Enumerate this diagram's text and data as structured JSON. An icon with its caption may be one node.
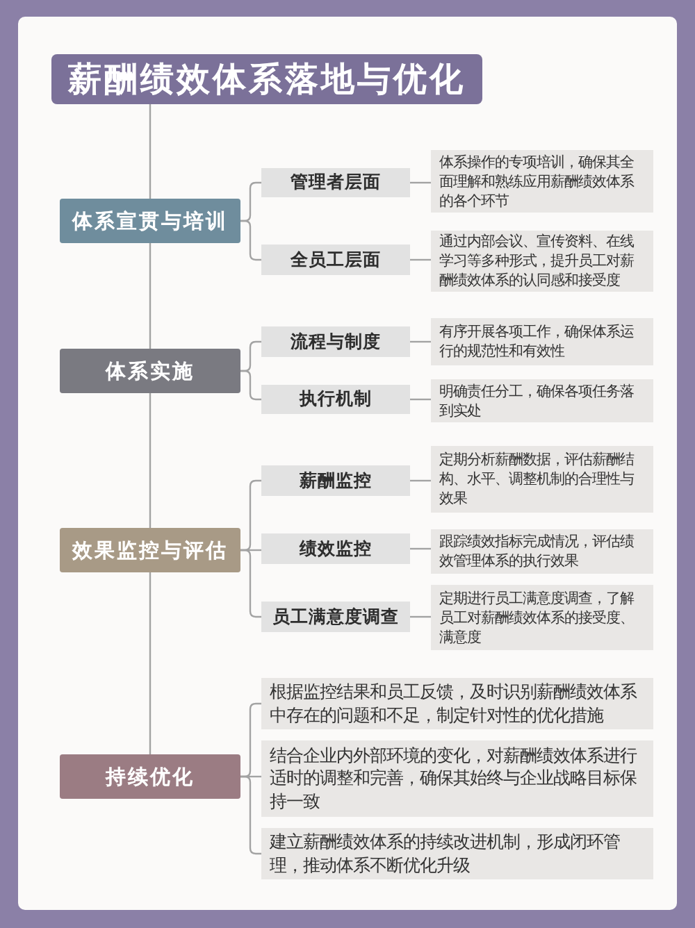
{
  "diagram": {
    "nodes": [
      {
        "text": [
          "薪酬绩效体系落地与优化"
        ]
      },
      {
        "text": [
          "体系宣贯与培训"
        ]
      },
      {
        "text": [
          "管理者层面"
        ]
      },
      {
        "text": [
          "体系操作的专项培训，确保其全面理解和熟练应用薪酬绩效体系的各个环节"
        ]
      },
      {
        "text": [
          "全员工层面"
        ]
      },
      {
        "text": [
          "通过内部会议、宣传资料、在线学习等多种形式，提升员工对薪酬绩效体系的认同感和接受度"
        ]
      },
      {
        "text": [
          "体系实施"
        ]
      },
      {
        "text": [
          "流程与制度"
        ]
      },
      {
        "text": [
          "有序开展各项工作，确保体系运行的规范性和有效性"
        ]
      },
      {
        "text": [
          "执行机制"
        ]
      },
      {
        "text": [
          "明确责任分工，确保各项任务落到实处"
        ]
      },
      {
        "text": [
          "效果监控与评估"
        ]
      },
      {
        "text": [
          "薪酬监控"
        ]
      },
      {
        "text": [
          "定期分析薪酬数据，评估薪酬结构、水平、调整机制的合理性与效果"
        ]
      },
      {
        "text": [
          "绩效监控"
        ]
      },
      {
        "text": [
          "跟踪绩效指标完成情况，评估绩效管理体系的执行效果"
        ]
      },
      {
        "text": [
          "员工满意度调查"
        ]
      },
      {
        "text": [
          "定期进行员工满意度调查，了解员工对薪酬绩效体系的接受度、满意度"
        ]
      },
      {
        "text": [
          "持续优化"
        ]
      },
      {
        "text": [
          "根据监控结果和员工反馈，及时识别薪酬绩效体系中存在的问题和不足，制定针对性的优化措施"
        ]
      },
      {
        "text": [
          "结合企业内外部环境的变化，对薪酬绩效体系进行适时的调整和完善，确保其始终与企业战略目标保持一致"
        ]
      },
      {
        "text": [
          "建立薪酬绩效体系的持续改进机制，形成闭环管理，推动体系不断优化升级"
        ]
      }
    ],
    "edges": [
      {
        "from": 0,
        "to": 1,
        "arrow": "none"
      },
      {
        "from": 1,
        "to": 6,
        "arrow": "none"
      },
      {
        "from": 6,
        "to": 11,
        "arrow": "none"
      },
      {
        "from": 11,
        "to": 18,
        "arrow": "none"
      },
      {
        "from": 1,
        "to": 2,
        "arrow": "none"
      },
      {
        "from": 1,
        "to": 4,
        "arrow": "none"
      },
      {
        "from": 2,
        "to": 3,
        "arrow": "none"
      },
      {
        "from": 4,
        "to": 5,
        "arrow": "none"
      },
      {
        "from": 6,
        "to": 7,
        "arrow": "none"
      },
      {
        "from": 6,
        "to": 9,
        "arrow": "none"
      },
      {
        "from": 7,
        "to": 8,
        "arrow": "none"
      },
      {
        "from": 9,
        "to": 10,
        "arrow": "none"
      },
      {
        "from": 11,
        "to": 12,
        "arrow": "none"
      },
      {
        "from": 11,
        "to": 14,
        "arrow": "none"
      },
      {
        "from": 11,
        "to": 16,
        "arrow": "none"
      },
      {
        "from": 12,
        "to": 13,
        "arrow": "none"
      },
      {
        "from": 14,
        "to": 15,
        "arrow": "none"
      },
      {
        "from": 16,
        "to": 17,
        "arrow": "none"
      },
      {
        "from": 18,
        "to": 19,
        "arrow": "none"
      },
      {
        "from": 18,
        "to": 20,
        "arrow": "none"
      },
      {
        "from": 18,
        "to": 21,
        "arrow": "none"
      }
    ]
  }
}
